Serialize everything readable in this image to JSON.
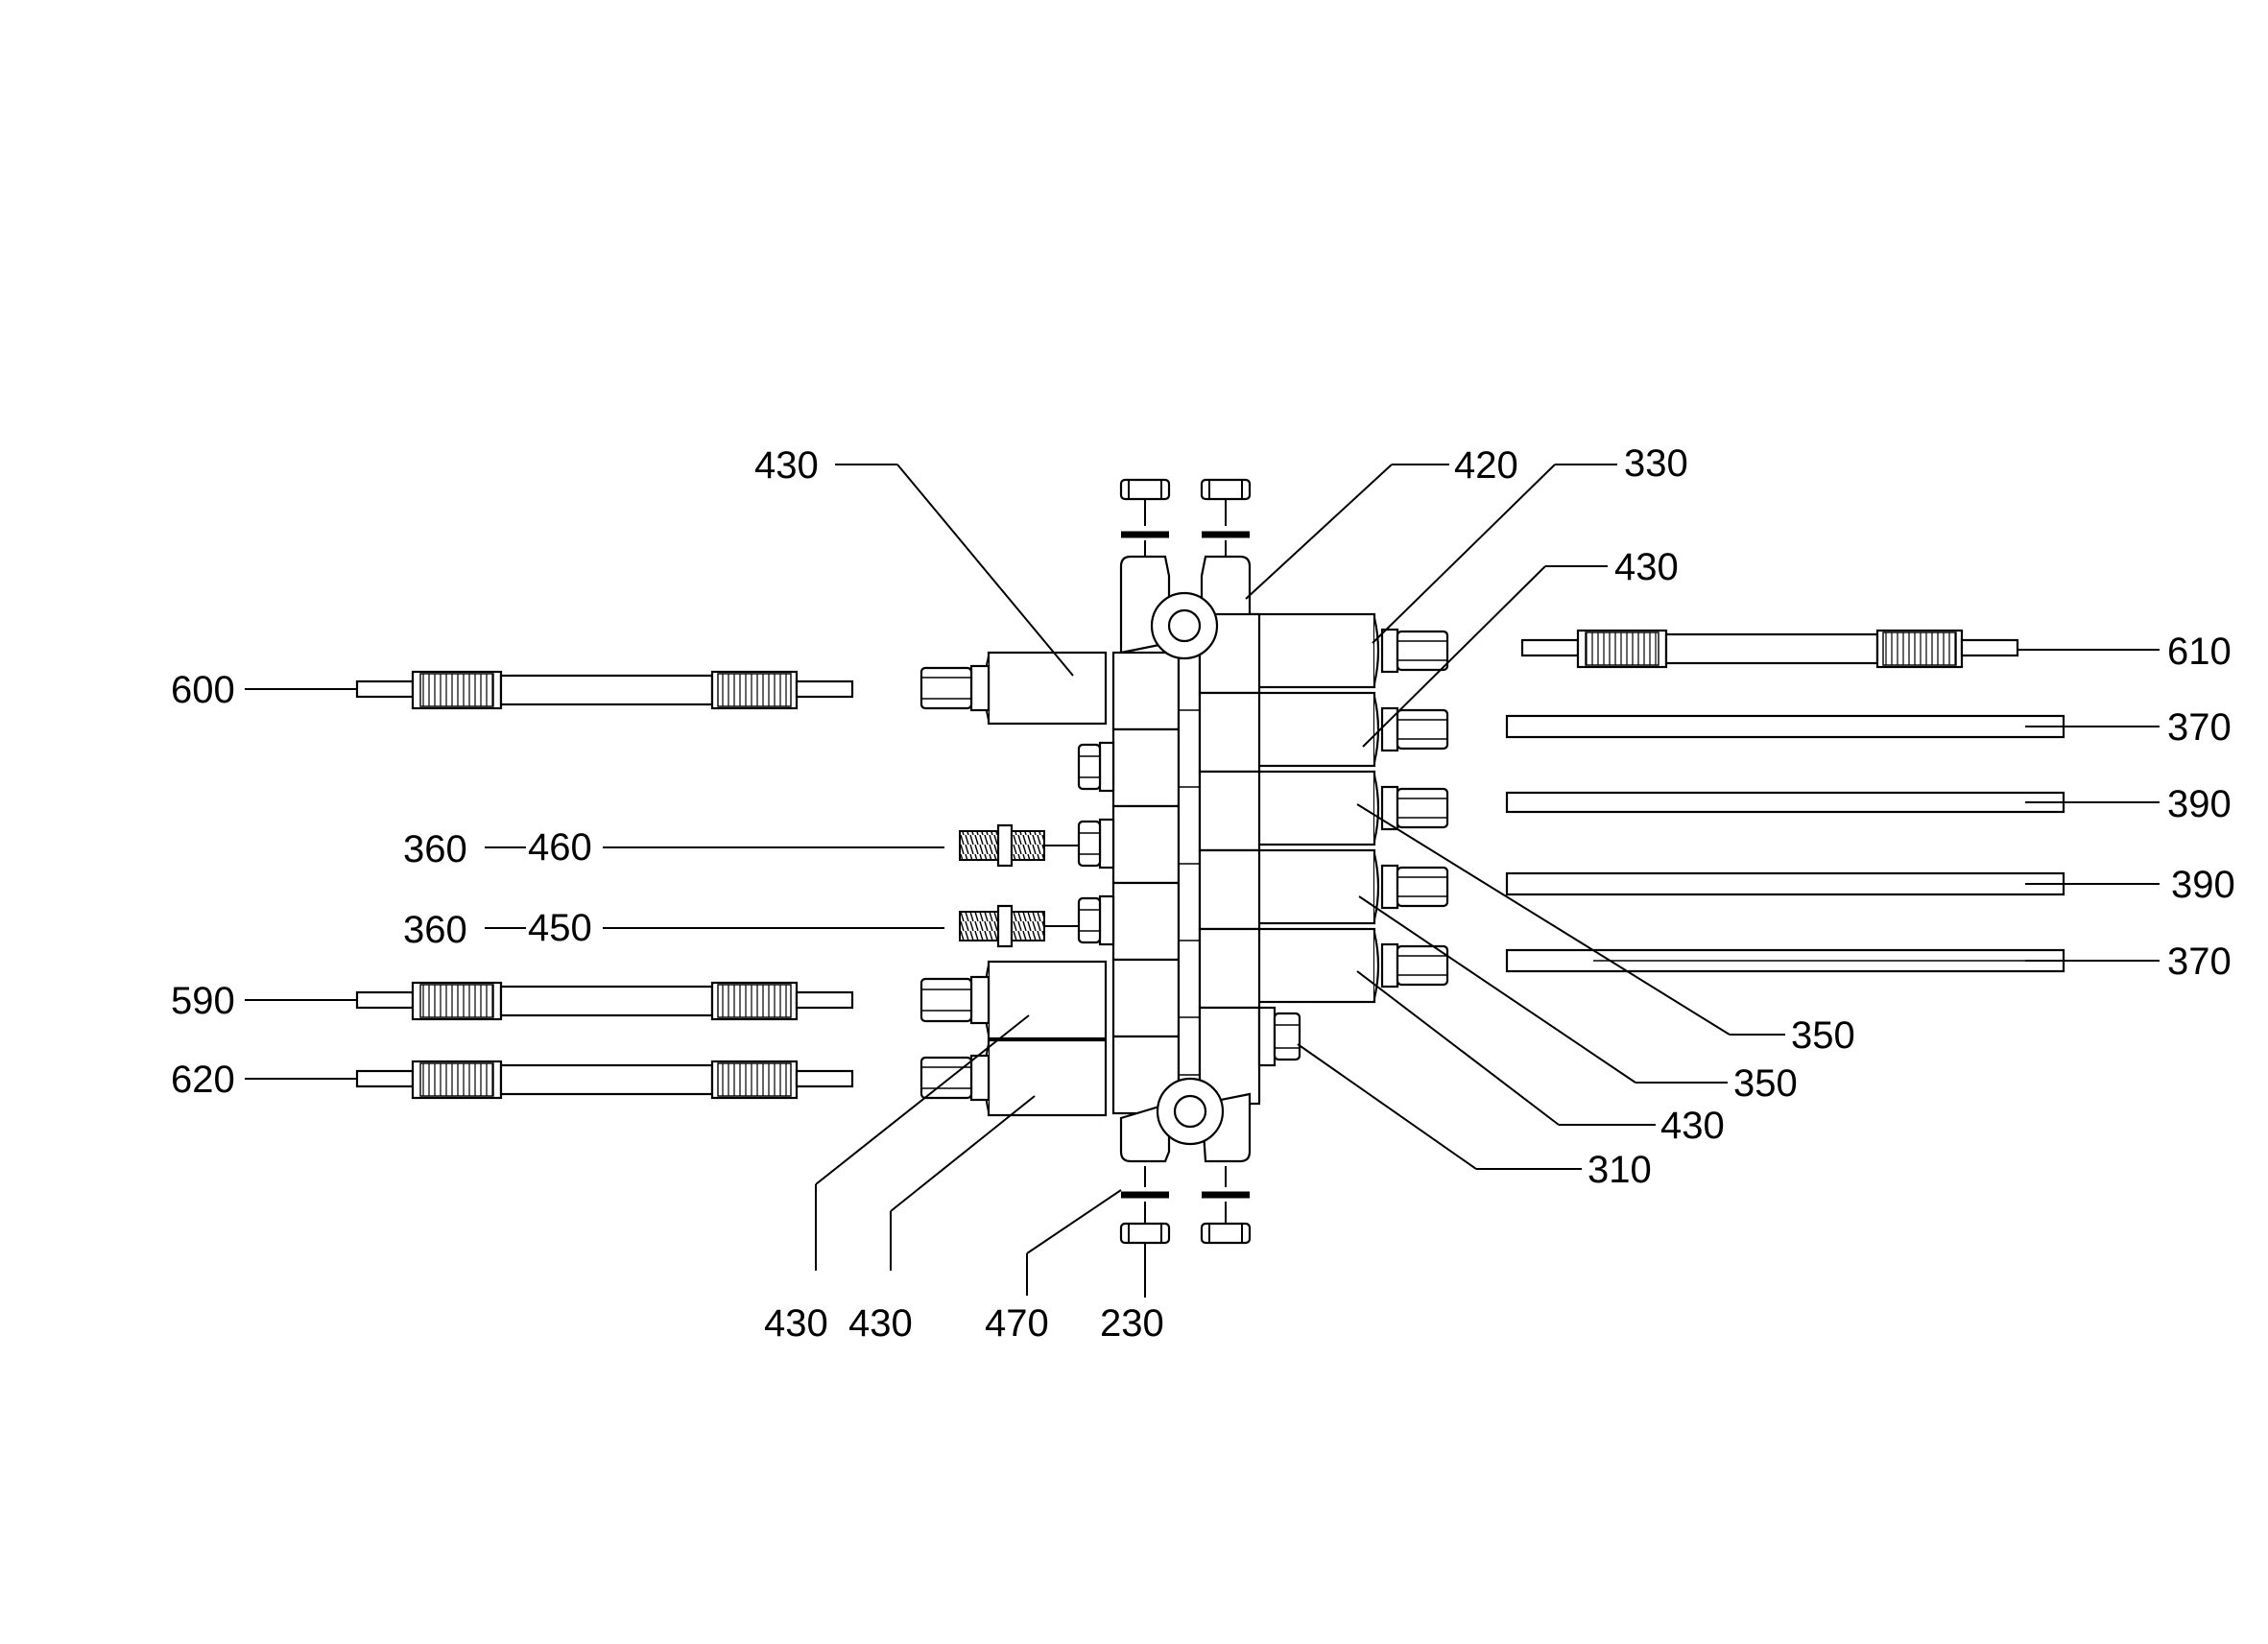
{
  "labels": {
    "l430_top": "430",
    "l420": "420",
    "l330": "330",
    "l430_r1": "430",
    "l610": "610",
    "l600": "600",
    "l370_a": "370",
    "l390_a": "390",
    "l360_a": "360",
    "l460": "460",
    "l390_b": "390",
    "l360_b": "360",
    "l450": "450",
    "l370_b": "370",
    "l590": "590",
    "l350_a": "350",
    "l620": "620",
    "l350_b": "350",
    "l430_r2": "430",
    "l310": "310",
    "l430_b1": "430",
    "l430_b2": "430",
    "l470": "470",
    "l230": "230"
  }
}
